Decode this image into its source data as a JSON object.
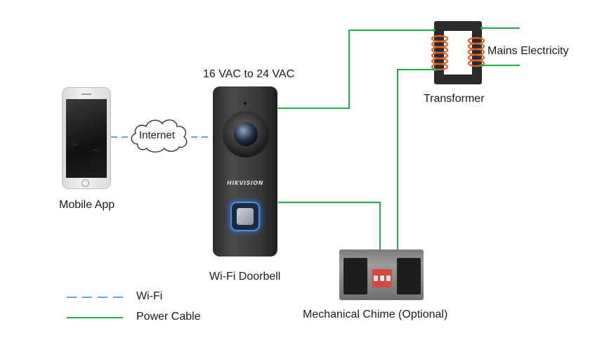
{
  "labels": {
    "voltage": "16 VAC to 24 VAC",
    "transformer": "Transformer",
    "mains": "Mains Electricity",
    "mobile_app": "Mobile App",
    "doorbell": "Wi-Fi Doorbell",
    "chime": "Mechanical Chime (Optional)",
    "internet": "Internet"
  },
  "doorbell_brand": "HIKVISION",
  "legend": {
    "wifi": "Wi-Fi",
    "power": "Power Cable"
  },
  "colors": {
    "power_cable": "#1fae4b",
    "wifi_link": "#5aa9e6",
    "transformer_coil": "#e0622b",
    "transformer_core": "#2a2a2a"
  }
}
